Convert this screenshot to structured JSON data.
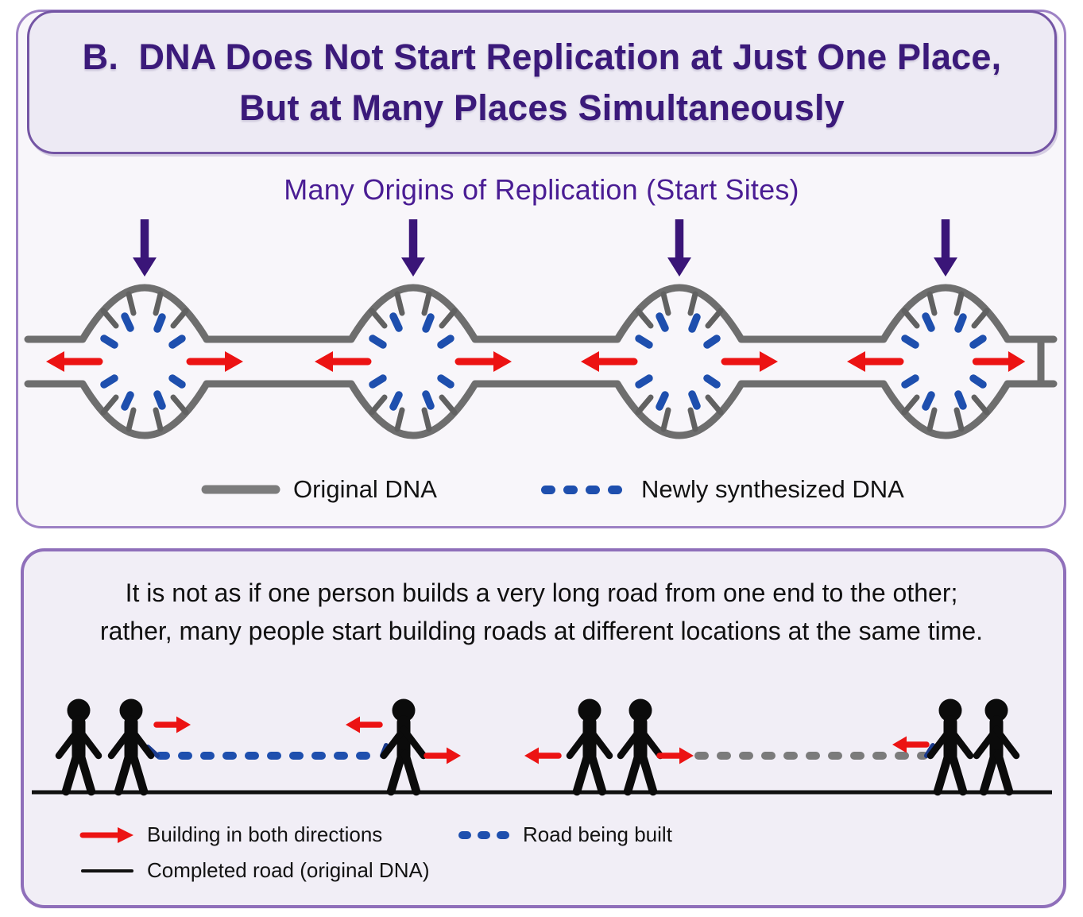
{
  "title_box": {
    "line1": "B.  DNA Does Not Start Replication at Just One Place,",
    "line2": "But at Many Places Simultaneously"
  },
  "top_panel": {
    "subtitle": "Many Origins of Replication (Start Sites)",
    "legend": [
      {
        "swatch": "solid-gray-line",
        "label": "Original DNA"
      },
      {
        "swatch": "blue-dashed-line",
        "label": "Newly synthesized DNA"
      }
    ],
    "diagram": {
      "type": "dna-replication-bubbles",
      "origin_count": 4,
      "origin_marker": "purple-down-arrow",
      "fork_direction_marker": "red-arrows-pointing-outward-left-and-right",
      "strands": "two parallel gray lines forming a bubble at each origin",
      "new_dna_marks_per_bubble": 8,
      "gray_ticks_per_bubble": 8
    }
  },
  "bottom_panel": {
    "caption_line1": "It is not as if one person builds a very long road from one end to the other;",
    "caption_line2": "rather, many people start building roads at different locations at the same time.",
    "legend": [
      {
        "swatch": "red-arrow",
        "label": "Building in both directions"
      },
      {
        "swatch": "blue-dashed-line",
        "label": "Road being built"
      },
      {
        "swatch": "black-line",
        "label": "Completed road (original DNA)"
      }
    ],
    "diagram": {
      "type": "road-building-analogy",
      "people_count": 7,
      "groups": [
        "two builders at left start of blue dashed road",
        "one builder at right end of blue dashed road",
        "two builders at left start of gray dashed road",
        "two builders at right end of gray dashed road"
      ],
      "roads": [
        {
          "style": "blue-dashed",
          "meaning": "road being built"
        },
        {
          "style": "gray-dashed",
          "meaning": "road being built"
        }
      ],
      "ground": "completed road (original DNA) as solid black line"
    }
  },
  "colors": {
    "title_purple": "#3b1a7a",
    "subtitle_purple": "#4a1d94",
    "panel_border": "#9d81c4",
    "title_box_border": "#7455a4",
    "bottom_panel_border": "#8f6fba",
    "strand_gray": "#6e6e6e",
    "new_dna_blue": "#1e4fae",
    "fork_arrow_red": "#ec1313",
    "origin_arrow_purple": "#3a1578",
    "gray_road": "#7b7b7b",
    "person_black": "#0b0b0b"
  }
}
